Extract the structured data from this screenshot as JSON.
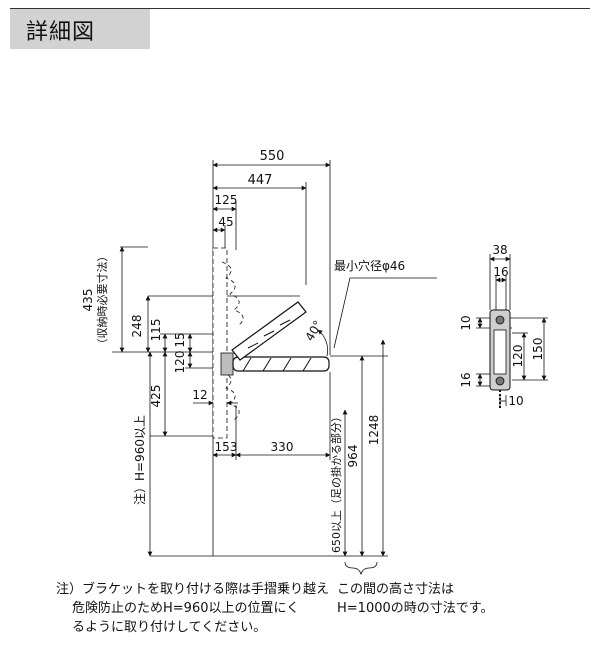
{
  "header": {
    "title": "詳細図"
  },
  "dims_side": {
    "w550": "550",
    "w447": "447",
    "w125": "125",
    "w45": "45",
    "v248": "248",
    "v115": "115",
    "v15": "15",
    "v120": "120",
    "v425": "425",
    "h12": "12",
    "h153": "153",
    "h330": "330",
    "v964": "964",
    "v1248": "1248",
    "v435": "435",
    "angle": "40°",
    "hole": "最小穴径φ46",
    "note_stored": "（収納時必要寸法）",
    "note_h960": "注）H=960以上",
    "note_650": "650以上（足の掛かる部分）"
  },
  "dims_front": {
    "w38": "38",
    "w16": "16",
    "v10a": "10",
    "v120": "120",
    "v150": "150",
    "v16": "16",
    "h10": "10"
  },
  "notes": {
    "left_l1": "注）ブラケットを取り付ける際は手摺乗り越え",
    "left_l2": "危険防止のためH=960以上の位置にく",
    "left_l3": "るように取り付けしてください。",
    "right_l1": "この間の高さ寸法は",
    "right_l2": "H=1000の時の寸法です。"
  }
}
